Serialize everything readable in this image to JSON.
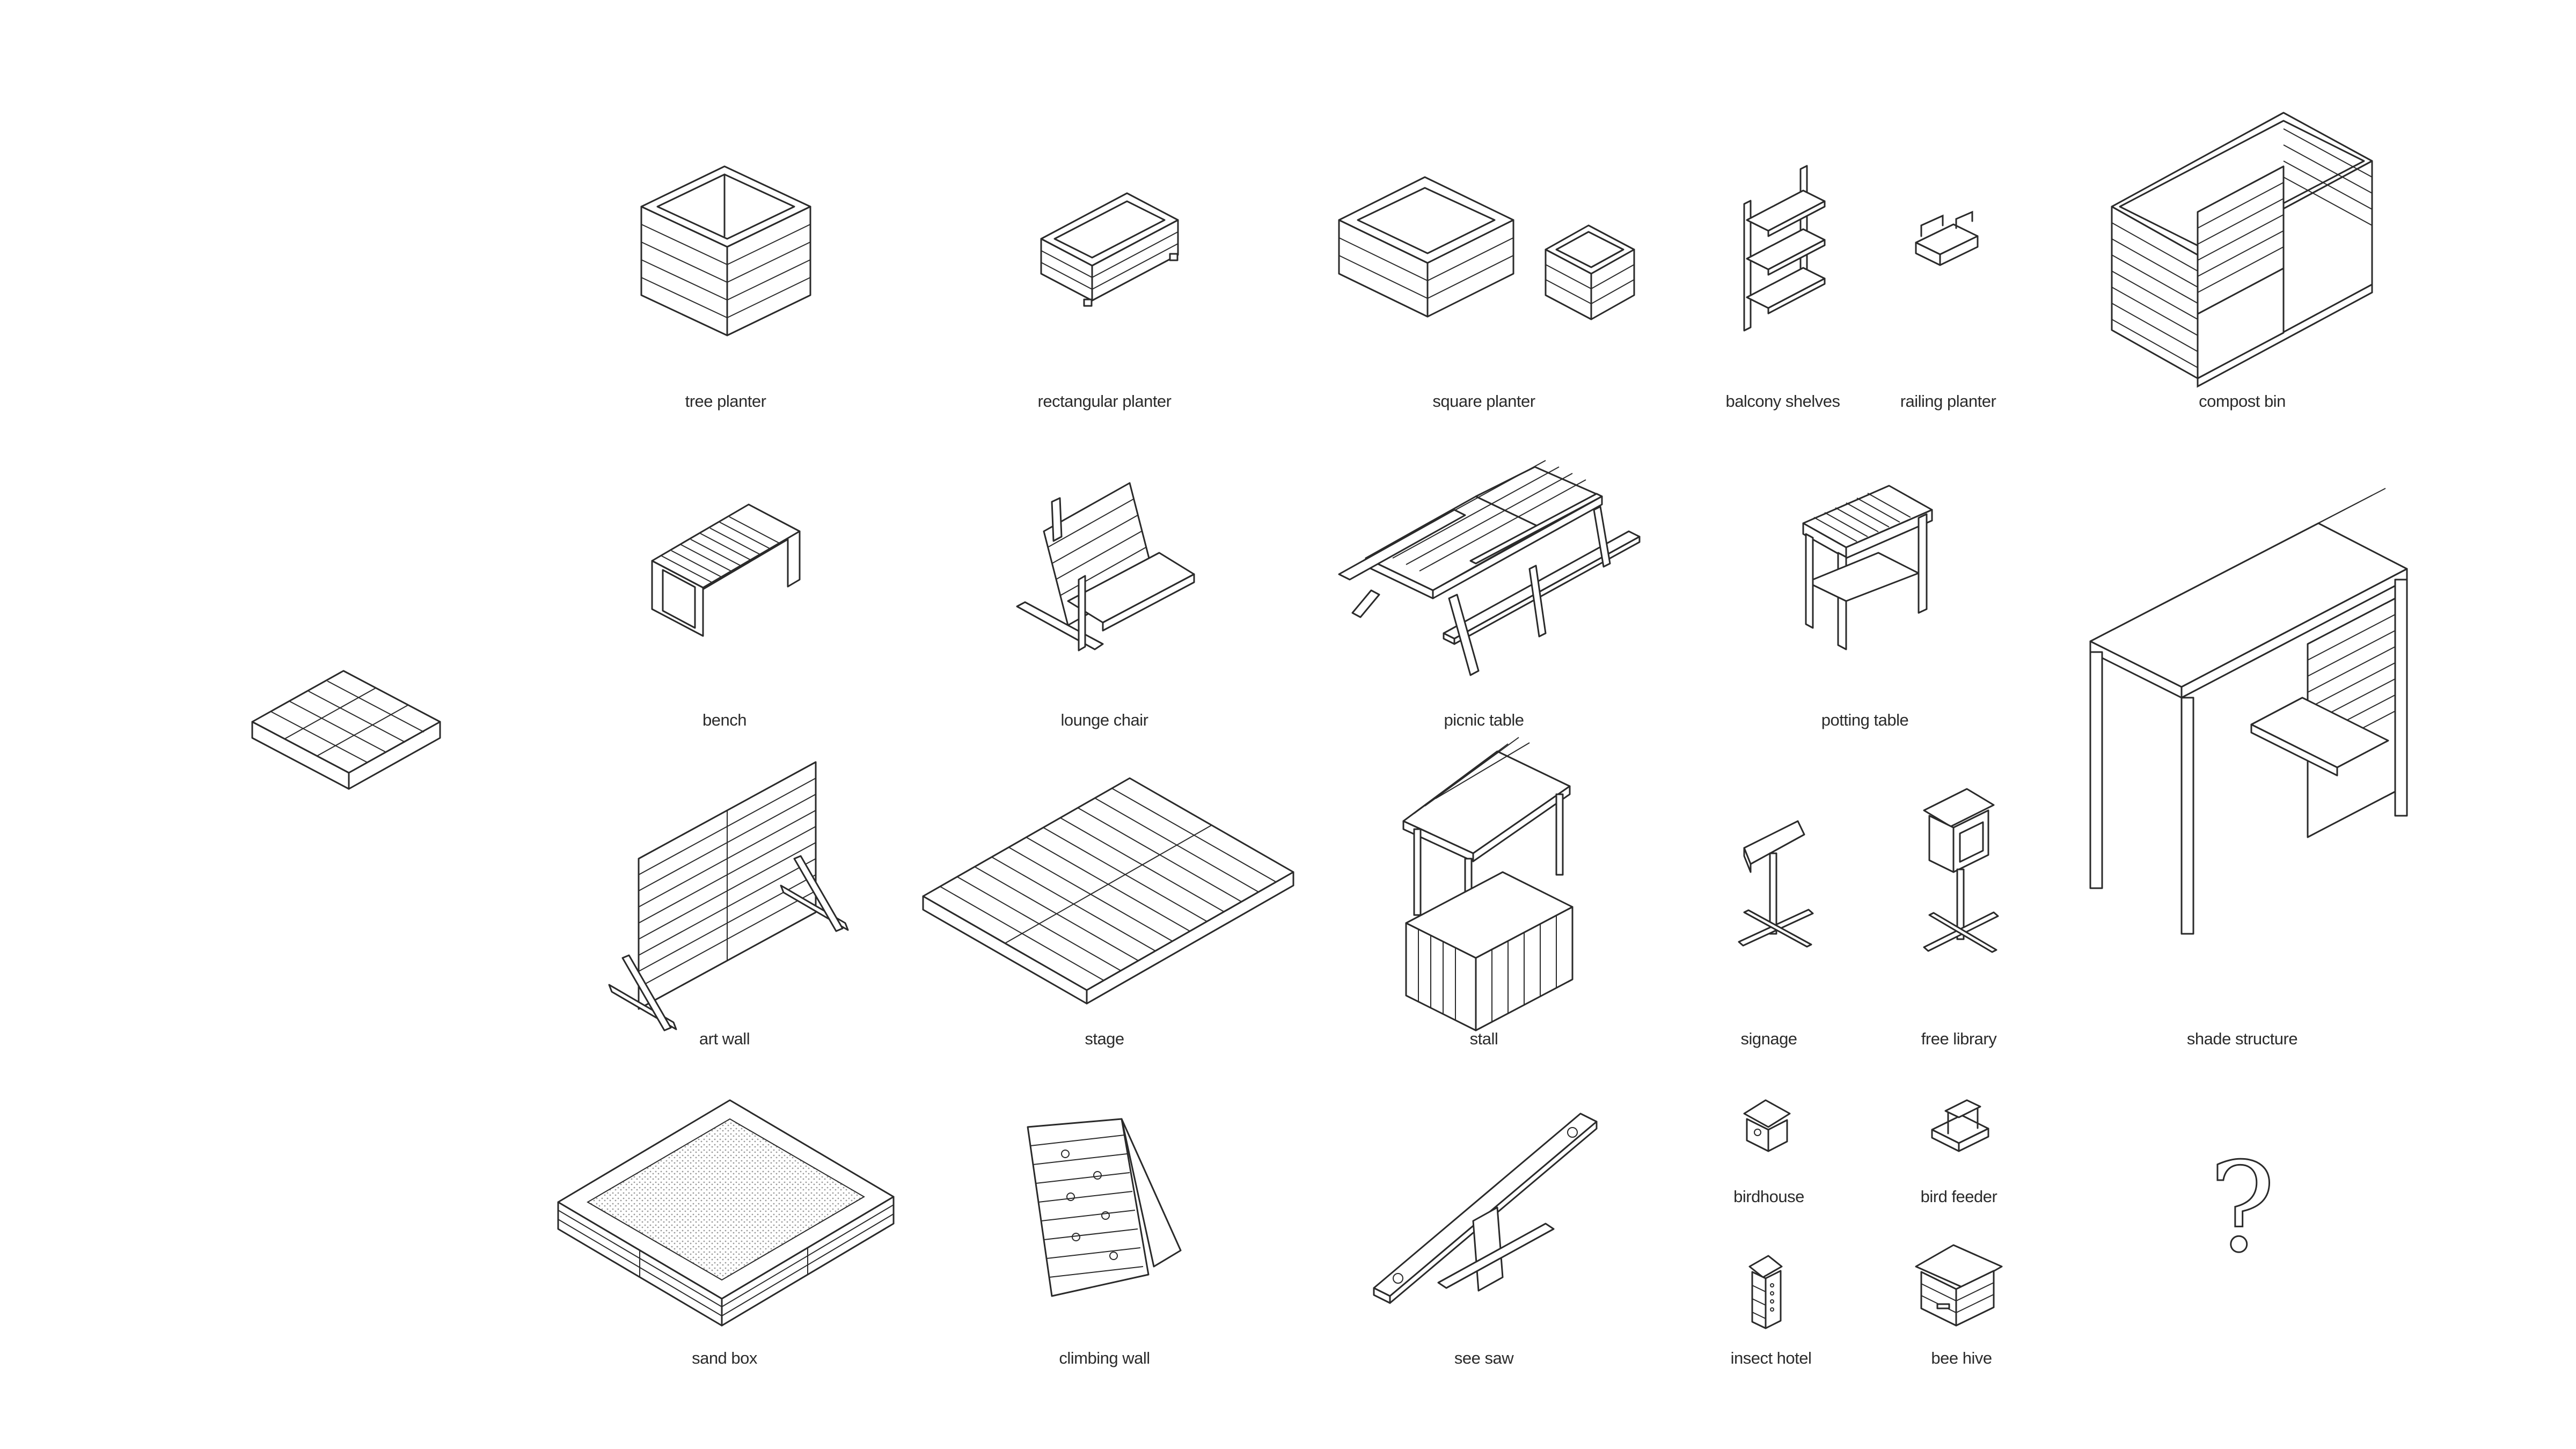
{
  "items": {
    "pallet": {
      "label": ""
    },
    "tree_planter": {
      "label": "tree planter"
    },
    "rectangular_planter": {
      "label": "rectangular planter"
    },
    "square_planter": {
      "label": "square planter"
    },
    "balcony_shelves": {
      "label": "balcony shelves"
    },
    "railing_planter": {
      "label": "railing planter"
    },
    "compost_bin": {
      "label": "compost bin"
    },
    "bench": {
      "label": "bench"
    },
    "lounge_chair": {
      "label": "lounge chair"
    },
    "picnic_table": {
      "label": "picnic table"
    },
    "potting_table": {
      "label": "potting table"
    },
    "art_wall": {
      "label": "art wall"
    },
    "stage": {
      "label": "stage"
    },
    "stall": {
      "label": "stall"
    },
    "signage": {
      "label": "signage"
    },
    "free_library": {
      "label": "free library"
    },
    "shade_structure": {
      "label": "shade structure"
    },
    "sand_box": {
      "label": "sand box"
    },
    "climbing_wall": {
      "label": "climbing wall"
    },
    "see_saw": {
      "label": "see saw"
    },
    "birdhouse": {
      "label": "birdhouse"
    },
    "bird_feeder": {
      "label": "bird feeder"
    },
    "insect_hotel": {
      "label": "insect hotel"
    },
    "bee_hive": {
      "label": "bee hive"
    },
    "placeholder": {
      "symbol": "?"
    }
  },
  "colors": {
    "ink": "#2a2a2a",
    "background": "#ffffff",
    "sand": "#d8d8d8"
  }
}
